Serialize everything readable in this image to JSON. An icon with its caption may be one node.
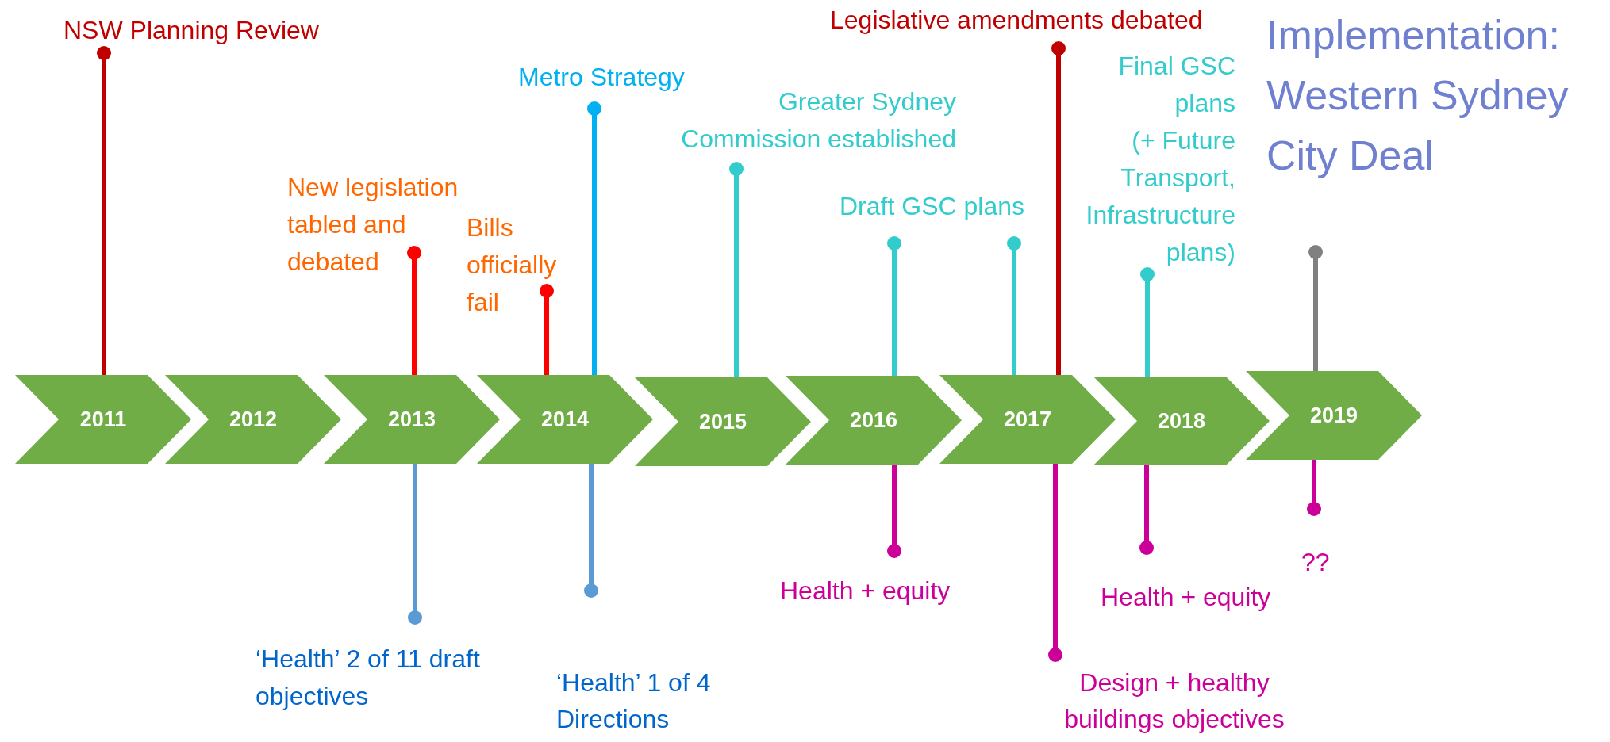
{
  "diagram": {
    "nodes": [
      {
        "text": [
          "2011"
        ]
      },
      {
        "text": [
          "2012"
        ]
      },
      {
        "text": [
          "2013"
        ]
      },
      {
        "text": [
          "2014"
        ]
      },
      {
        "text": [
          "2015"
        ]
      },
      {
        "text": [
          "2016"
        ]
      },
      {
        "text": [
          "2017"
        ]
      },
      {
        "text": [
          "2018"
        ]
      },
      {
        "text": [
          "2019"
        ]
      },
      {
        "text": [
          "NSW Planning Review"
        ]
      },
      {
        "text": [
          "New legislation tabled and debated"
        ]
      },
      {
        "text": [
          "Bills officially fail"
        ]
      },
      {
        "text": [
          "Metro Strategy"
        ]
      },
      {
        "text": [
          "Greater Sydney Commission established"
        ]
      },
      {
        "text": [
          "Draft GSC plans"
        ]
      },
      {
        "text": [
          "Legislative amendments debated"
        ]
      },
      {
        "text": [
          "Final GSC plans",
          "(+ Future Transport, Infrastructure plans)"
        ]
      },
      {
        "text": [
          "Implementation: Western Sydney City Deal"
        ]
      },
      {
        "text": [
          "‘Health’ 2 of 11 draft objectives"
        ]
      },
      {
        "text": [
          "‘Health’ 1 of 4 Directions"
        ]
      },
      {
        "text": [
          "Health + equity"
        ]
      },
      {
        "text": [
          "Design + healthy buildings objectives"
        ]
      },
      {
        "text": [
          "Health + equity"
        ]
      },
      {
        "text": [
          "??"
        ]
      }
    ],
    "edges": [
      {
        "from": 0,
        "to": 9,
        "arrow": "other",
        "color": "#c00000"
      },
      {
        "from": 2,
        "to": 10,
        "arrow": "other",
        "color": "#ff0000"
      },
      {
        "from": 3,
        "to": 11,
        "arrow": "other",
        "color": "#ff0000"
      },
      {
        "from": 3,
        "to": 12,
        "arrow": "other",
        "color": "#00b0f0"
      },
      {
        "from": 4,
        "to": 13,
        "arrow": "other",
        "color": "#33cccc"
      },
      {
        "from": 5,
        "to": 14,
        "arrow": "other",
        "color": "#33cccc"
      },
      {
        "from": 6,
        "to": 14,
        "arrow": "other",
        "color": "#33cccc"
      },
      {
        "from": 6,
        "to": 15,
        "arrow": "other",
        "color": "#c00000"
      },
      {
        "from": 7,
        "to": 16,
        "arrow": "other",
        "color": "#33cccc"
      },
      {
        "from": 8,
        "to": 17,
        "arrow": "other",
        "color": "#808080"
      },
      {
        "from": 2,
        "to": 18,
        "arrow": "other",
        "color": "#5b9bd5"
      },
      {
        "from": 3,
        "to": 19,
        "arrow": "other",
        "color": "#5b9bd5"
      },
      {
        "from": 5,
        "to": 20,
        "arrow": "other",
        "color": "#cc0099"
      },
      {
        "from": 6,
        "to": 21,
        "arrow": "other",
        "color": "#cc0099"
      },
      {
        "from": 7,
        "to": 22,
        "arrow": "other",
        "color": "#cc0099"
      },
      {
        "from": 8,
        "to": 23,
        "arrow": "other",
        "color": "#cc0099"
      }
    ]
  }
}
